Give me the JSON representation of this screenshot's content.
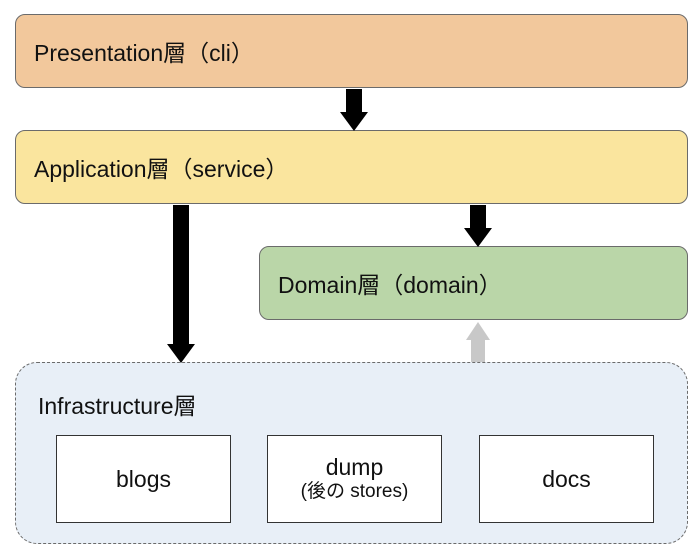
{
  "colors": {
    "presentation_fill": "#f2c89c",
    "application_fill": "#fae59e",
    "domain_fill": "#bad6a8",
    "infrastructure_fill": "#e8eff7",
    "dependency_arrow": "#000000",
    "implementation_arrow": "#c8c8c8"
  },
  "layers": {
    "presentation": "Presentation層（cli）",
    "application": "Application層（service）",
    "domain": "Domain層（domain）",
    "infrastructure": "Infrastructure層"
  },
  "infrastructure_modules": [
    {
      "name": "blogs"
    },
    {
      "name": "dump",
      "note": "(後の stores)"
    },
    {
      "name": "docs"
    }
  ],
  "arrows": [
    {
      "from": "presentation",
      "to": "application",
      "kind": "dependency"
    },
    {
      "from": "application",
      "to": "domain",
      "kind": "dependency"
    },
    {
      "from": "application",
      "to": "infrastructure",
      "kind": "dependency"
    },
    {
      "from": "infrastructure",
      "to": "domain",
      "kind": "implementation"
    }
  ]
}
